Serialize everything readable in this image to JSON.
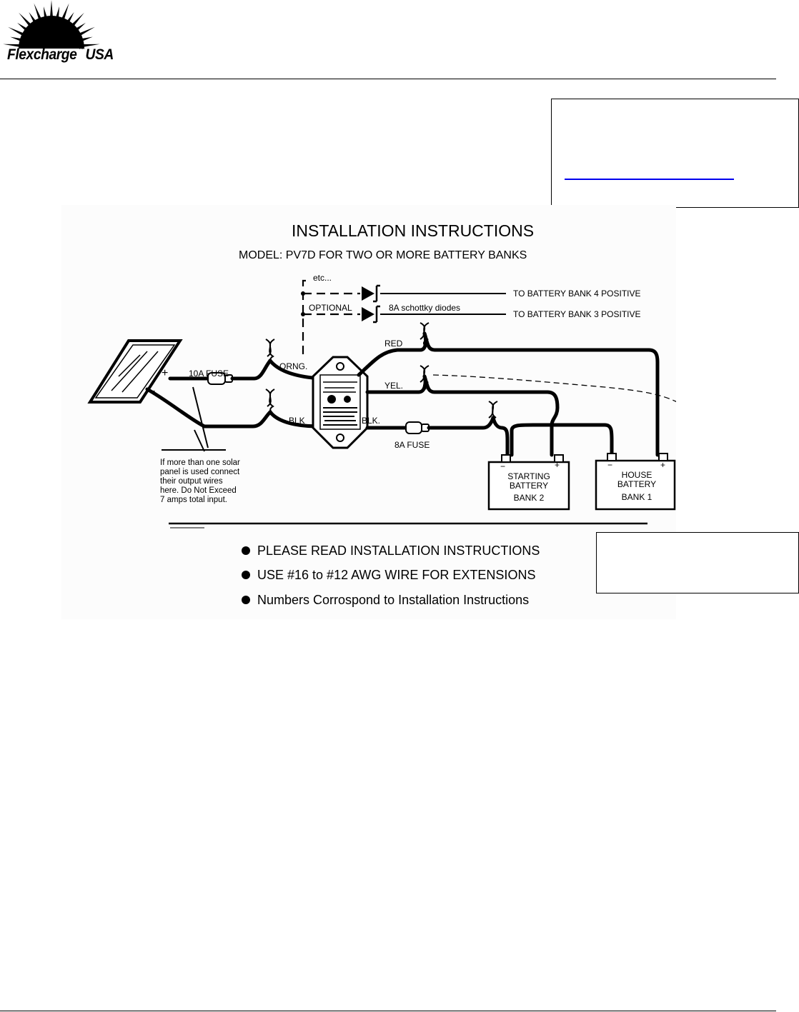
{
  "header": {
    "brand": "Flexcharge",
    "trademark": "TM",
    "region": "USA"
  },
  "diagram": {
    "title": "INSTALLATION INSTRUCTIONS",
    "subtitle": "MODEL: PV7D FOR TWO OR MORE BATTERY BANKS",
    "etc": "etc...",
    "optional": "OPTIONAL",
    "diodes": "8A schottky diodes",
    "bank4": "TO BATTERY BANK 4 POSITIVE",
    "bank3": "TO BATTERY BANK 3 POSITIVE",
    "red": "RED",
    "yel": "YEL.",
    "orng": "ORNG.",
    "blk_left": "BLK",
    "blk_right": "BLK.",
    "fuse10": "10A FUSE",
    "fuse8": "8A FUSE",
    "plus": "+",
    "minus": "−",
    "battery2": [
      "STARTING",
      "BATTERY",
      "BANK 2"
    ],
    "battery1": [
      "HOUSE",
      "BATTERY",
      "BANK 1"
    ],
    "note": [
      "If more than one solar",
      "panel is used connect",
      "their output wires",
      "here. Do Not Exceed",
      "7 amps total input."
    ],
    "bullets": [
      "PLEASE READ INSTALLATION INSTRUCTIONS",
      "USE #16 to #12 AWG WIRE FOR EXTENSIONS",
      "Numbers Corrospond to Installation Instructions"
    ]
  }
}
